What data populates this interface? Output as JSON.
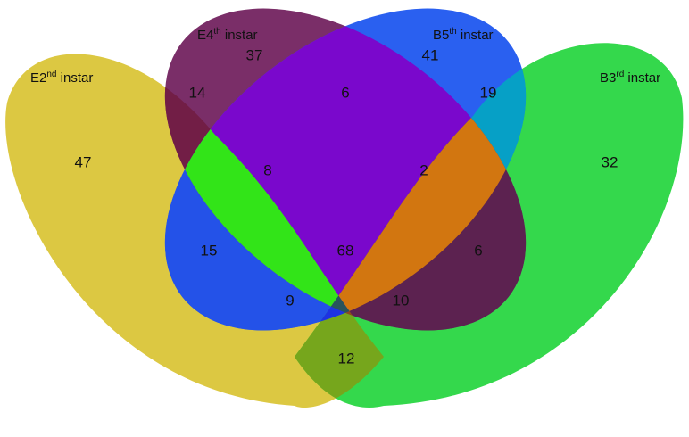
{
  "sets": [
    {
      "id": "e2",
      "base": "E2",
      "sup": "nd",
      "suffix": " instar",
      "color": "#dcc842"
    },
    {
      "id": "b3",
      "base": "B3",
      "sup": "rd",
      "suffix": " instar",
      "color": "#34d84c"
    },
    {
      "id": "e4",
      "base": "E4",
      "sup": "th",
      "suffix": " instar",
      "color": "#7a2e68"
    },
    {
      "id": "b5",
      "base": "B5",
      "sup": "th",
      "suffix": " instar",
      "color": "#2a60f0"
    }
  ],
  "region_colors": {
    "e2_e4": "#721e46",
    "e4_b5": "#7a08cc",
    "b5_b3": "#06a0c6",
    "e2_b5": "#2452e8",
    "e4_b3": "#5c2250",
    "e2_e4_b5": "#32e418",
    "e4_b5_b3": "#d27610",
    "e2_b3": "#76a61c",
    "e2_e4_b3": "#8e4a1e",
    "e2_b5_b3": "#1e32e2",
    "all": "#28545c"
  },
  "regions": {
    "e2_only": "47",
    "e4_only": "37",
    "b5_only": "41",
    "b3_only": "32",
    "e2_e4": "14",
    "e4_b5": "6",
    "b5_b3": "19",
    "e2_e4_b5": "8",
    "e4_b5_b3": "2",
    "e2_b5": "15",
    "all": "68",
    "e4_b3": "6",
    "e2_e4_b3": "9",
    "e2_b5_b3": "10",
    "e2_b3": "12"
  }
}
